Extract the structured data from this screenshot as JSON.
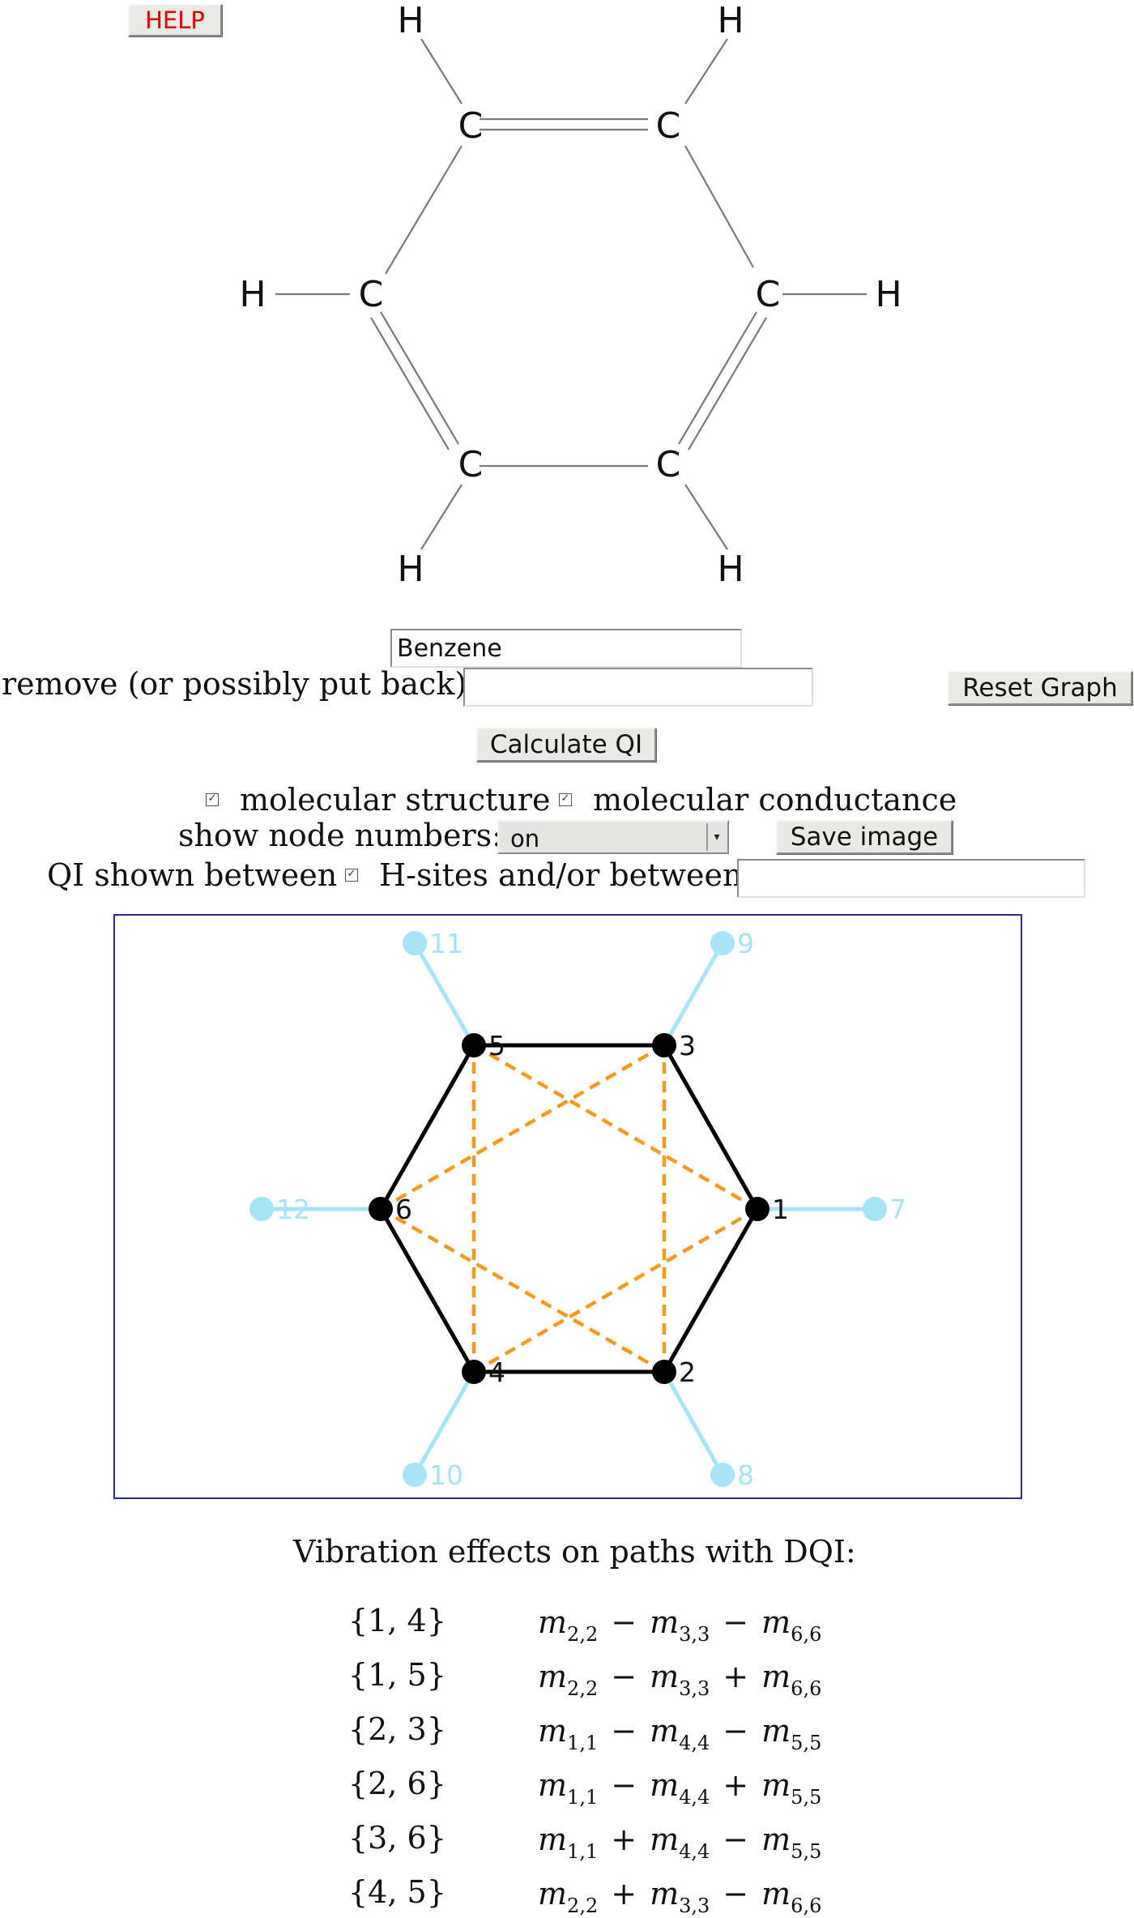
{
  "toolbar": {
    "help_label": "HELP",
    "reset_label": "Reset Graph",
    "calculate_label": "Calculate QI",
    "save_label": "Save image"
  },
  "molecule": {
    "name_value": "Benzene",
    "atoms": {
      "carbon": "C",
      "hydrogen": "H"
    }
  },
  "remove_field": {
    "label": "remove (or possibly put back):",
    "value": ""
  },
  "options": {
    "structure_label": "molecular structure",
    "conductance_label": "molecular conductance",
    "node_numbers_label": "show node numbers:",
    "node_numbers_value": "on",
    "qi_label": "QI shown between",
    "hsites_label": "H-sites and/or between",
    "between_value": ""
  },
  "graph": {
    "colors": {
      "bond": "#000000",
      "h_bond": "#a6e4f7",
      "qi_path": "#f59a1e",
      "frame": "#2b2b9e"
    },
    "node_labels": {
      "n1": "1",
      "n2": "2",
      "n3": "3",
      "n4": "4",
      "n5": "5",
      "n6": "6",
      "n7": "7",
      "n8": "8",
      "n9": "9",
      "n10": "10",
      "n11": "11",
      "n12": "12"
    }
  },
  "vibration": {
    "title": "Vibration effects on paths with DQI:",
    "rows": [
      {
        "pair": "{1, 4}",
        "a": "2,2",
        "op1": "−",
        "b": "3,3",
        "op2": "−",
        "c": "6,6"
      },
      {
        "pair": "{1, 5}",
        "a": "2,2",
        "op1": "−",
        "b": "3,3",
        "op2": "+",
        "c": "6,6"
      },
      {
        "pair": "{2, 3}",
        "a": "1,1",
        "op1": "−",
        "b": "4,4",
        "op2": "−",
        "c": "5,5"
      },
      {
        "pair": "{2, 6}",
        "a": "1,1",
        "op1": "−",
        "b": "4,4",
        "op2": "+",
        "c": "5,5"
      },
      {
        "pair": "{3, 6}",
        "a": "1,1",
        "op1": "+",
        "b": "4,4",
        "op2": "−",
        "c": "5,5"
      },
      {
        "pair": "{4, 5}",
        "a": "2,2",
        "op1": "+",
        "b": "3,3",
        "op2": "−",
        "c": "6,6"
      }
    ]
  }
}
